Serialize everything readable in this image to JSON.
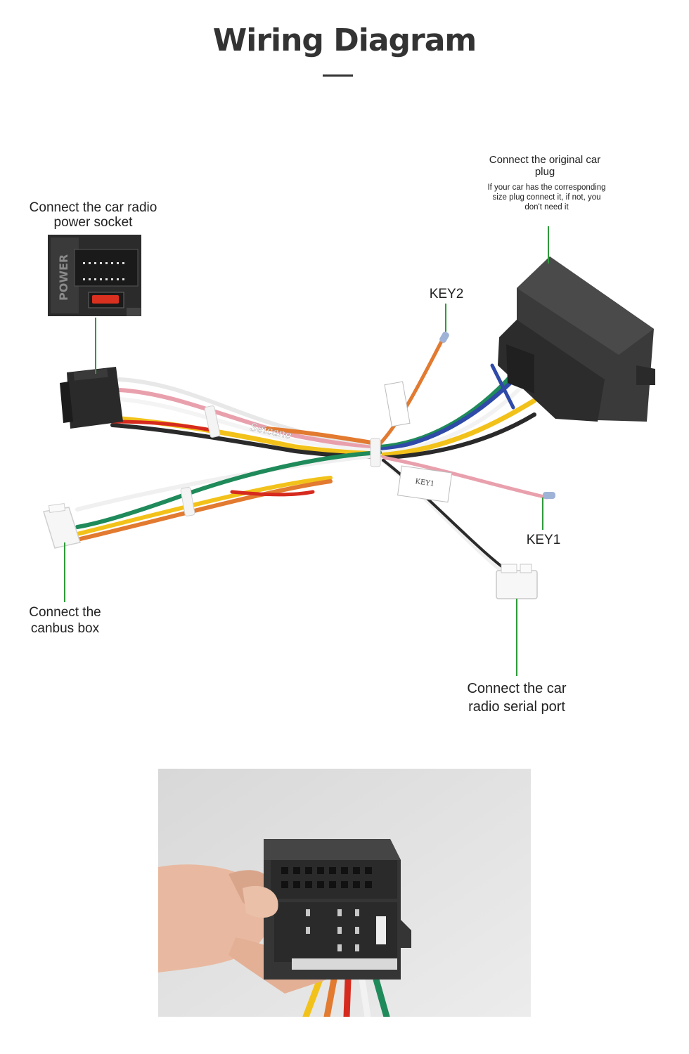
{
  "page": {
    "title": "Wiring Diagram"
  },
  "labels": {
    "power_socket": "Connect the car radio power socket",
    "original_plug": "Connect the original car plug",
    "original_plug_note": "If your car has the corresponding size plug connect it, if not, you don't need it",
    "key2": "KEY2",
    "key1": "KEY1",
    "canbus": "Connect the canbus box",
    "serial_port": "Connect the car radio  serial port"
  },
  "inset": {
    "connector_label": "POWER"
  },
  "brand": {
    "cable_text": "Seicane",
    "tag_text": "KEY1"
  },
  "colors": {
    "leader_line": "#2e9a3a",
    "connector_black": "#2a2a2a",
    "wire_orange": "#e27a30",
    "wire_green": "#1f8a5a",
    "wire_blue": "#2f4aa8",
    "wire_yellow": "#f2c21a",
    "wire_red": "#d62a1e",
    "wire_pink": "#e9a0ad",
    "wire_white": "#f2f2f2"
  }
}
